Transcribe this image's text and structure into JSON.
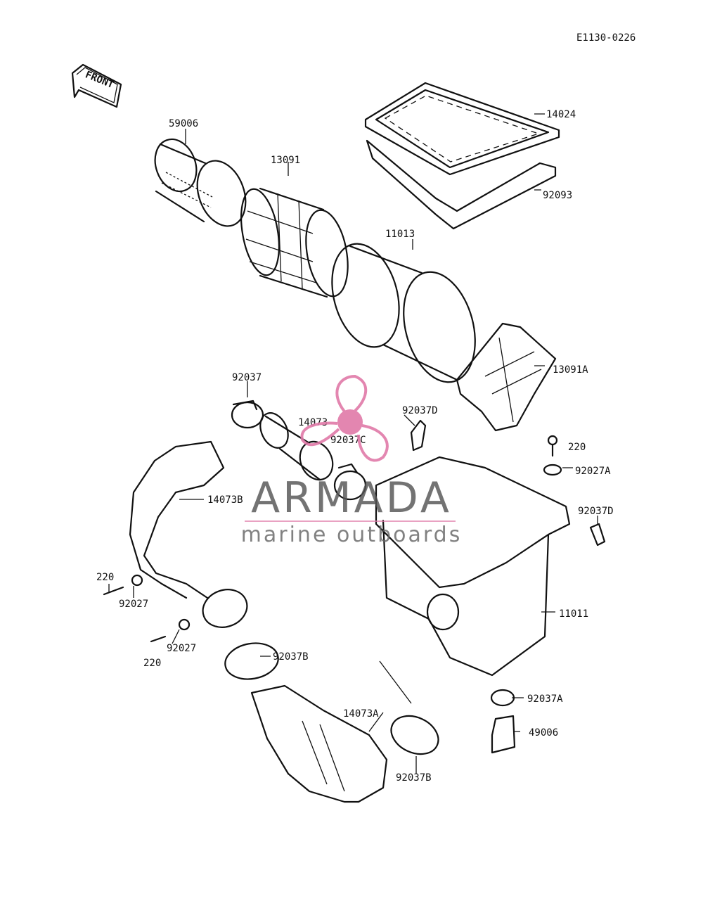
{
  "diagram": {
    "code": "E1130-0226",
    "front_label": "FRONT",
    "parts": [
      {
        "id": "p14024",
        "label": "14024"
      },
      {
        "id": "p92093",
        "label": "92093"
      },
      {
        "id": "p59006",
        "label": "59006"
      },
      {
        "id": "p13091",
        "label": "13091"
      },
      {
        "id": "p11013",
        "label": "11013"
      },
      {
        "id": "p13091A",
        "label": "13091A"
      },
      {
        "id": "p92037",
        "label": "92037"
      },
      {
        "id": "p14073",
        "label": "14073"
      },
      {
        "id": "p92037C",
        "label": "92037C"
      },
      {
        "id": "p92037D_a",
        "label": "92037D"
      },
      {
        "id": "p220_a",
        "label": "220"
      },
      {
        "id": "p92027A",
        "label": "92027A"
      },
      {
        "id": "p92037D_b",
        "label": "92037D"
      },
      {
        "id": "p14073B",
        "label": "14073B"
      },
      {
        "id": "p220_b",
        "label": "220"
      },
      {
        "id": "p92027_a",
        "label": "92027"
      },
      {
        "id": "p92027_b",
        "label": "92027"
      },
      {
        "id": "p220_c",
        "label": "220"
      },
      {
        "id": "p92037B_a",
        "label": "92037B"
      },
      {
        "id": "p11011",
        "label": "11011"
      },
      {
        "id": "p14073A",
        "label": "14073A"
      },
      {
        "id": "p92037A",
        "label": "92037A"
      },
      {
        "id": "p49006",
        "label": "49006"
      },
      {
        "id": "p92037B_b",
        "label": "92037B"
      }
    ]
  },
  "watermark": {
    "brand": "ARMADA",
    "tagline": "marine outboards",
    "accent_color": "#e07aa8"
  }
}
